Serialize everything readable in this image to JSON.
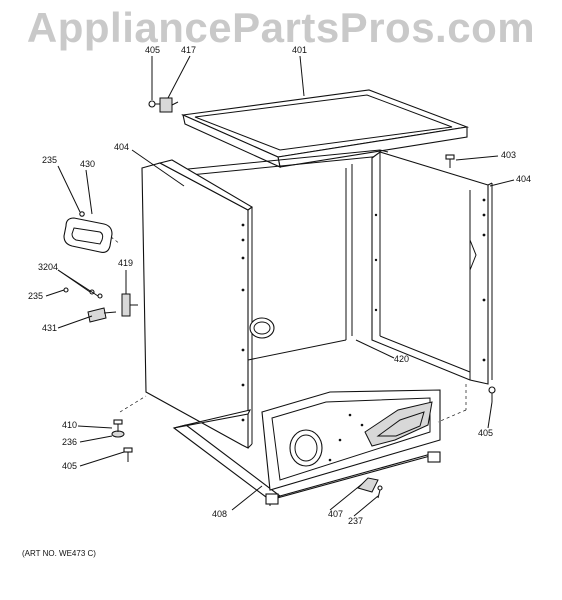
{
  "watermark": "AppliancePartsPros.com",
  "art_number": "(ART NO. WE473 C)",
  "part_labels": [
    {
      "id": "p405a",
      "text": "405"
    },
    {
      "id": "p417",
      "text": "417"
    },
    {
      "id": "p401",
      "text": "401"
    },
    {
      "id": "p404a",
      "text": "404"
    },
    {
      "id": "p403",
      "text": "403"
    },
    {
      "id": "p404b",
      "text": "404"
    },
    {
      "id": "p235a",
      "text": "235"
    },
    {
      "id": "p430",
      "text": "430"
    },
    {
      "id": "p3204",
      "text": "3204"
    },
    {
      "id": "p419",
      "text": "419"
    },
    {
      "id": "p235b",
      "text": "235"
    },
    {
      "id": "p431",
      "text": "431"
    },
    {
      "id": "p420",
      "text": "420"
    },
    {
      "id": "p410",
      "text": "410"
    },
    {
      "id": "p236",
      "text": "236"
    },
    {
      "id": "p405b",
      "text": "405"
    },
    {
      "id": "p405c",
      "text": "405"
    },
    {
      "id": "p408",
      "text": "408"
    },
    {
      "id": "p407",
      "text": "407"
    },
    {
      "id": "p237",
      "text": "237"
    }
  ]
}
